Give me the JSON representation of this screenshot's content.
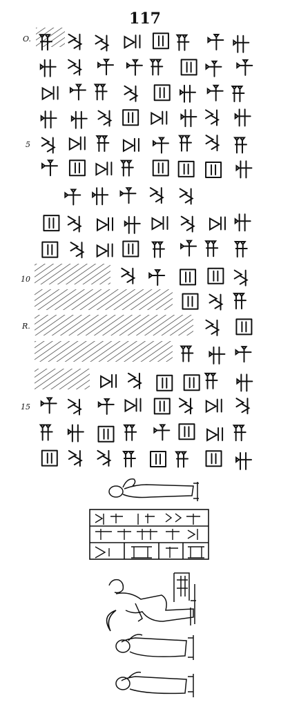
{
  "plate": {
    "number": "117"
  },
  "line_markers": [
    {
      "label": "O.",
      "line": 1
    },
    {
      "label": "5",
      "line": 5
    },
    {
      "label": "10",
      "line": 10
    },
    {
      "label": "R.",
      "line": 12
    },
    {
      "label": "15",
      "line": 15
    }
  ],
  "tablet": {
    "line_count": 17,
    "damaged_lines": [
      10,
      11,
      12,
      13,
      14
    ]
  },
  "seal": {
    "figures": [
      "standing-figure",
      "seated-deity",
      "crescent-moon",
      "standing-figure",
      "standing-figure"
    ]
  },
  "colors": {
    "ink": "#111111",
    "hatch": "#333333",
    "paper": "#ffffff"
  }
}
